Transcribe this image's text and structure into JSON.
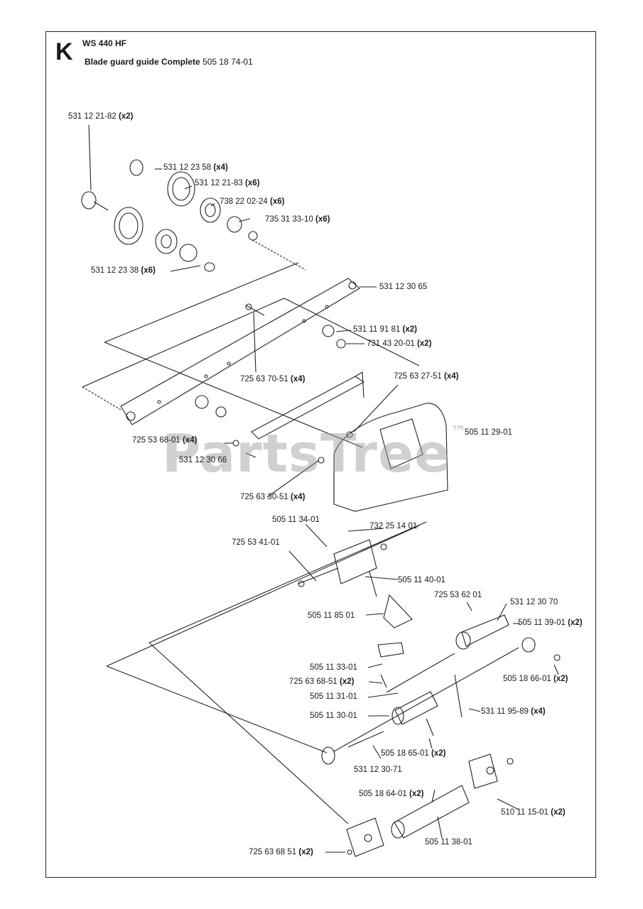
{
  "header": {
    "section_letter": "K",
    "model": "WS 440 HF",
    "title": "Blade guard guide Complete",
    "title_number": "505 18 74-01"
  },
  "watermark": "PartsTree",
  "labels": [
    {
      "id": "p1",
      "part": "531 12 21-82",
      "qty": "(x2)"
    },
    {
      "id": "p2",
      "part": "531 12 23 58",
      "qty": "(x4)"
    },
    {
      "id": "p3",
      "part": "531 12 21-83",
      "qty": "(x6)"
    },
    {
      "id": "p4",
      "part": "738 22 02-24",
      "qty": "(x6)"
    },
    {
      "id": "p5",
      "part": "735 31 33-10",
      "qty": "(x6)"
    },
    {
      "id": "p6",
      "part": "531 12 23 38",
      "qty": "(x6)"
    },
    {
      "id": "p7",
      "part": "531 12 30 65",
      "qty": ""
    },
    {
      "id": "p8",
      "part": "531 11 91 81",
      "qty": "(x2)"
    },
    {
      "id": "p9",
      "part": "731 43 20-01",
      "qty": "(x2)"
    },
    {
      "id": "p10",
      "part": "725 63 70-51",
      "qty": "(x4)"
    },
    {
      "id": "p11",
      "part": "725 63 27-51",
      "qty": "(x4)"
    },
    {
      "id": "p12",
      "part": "505 11 29-01",
      "qty": ""
    },
    {
      "id": "p13",
      "part": "725 53 68-01",
      "qty": "(x4)"
    },
    {
      "id": "p14",
      "part": "531 12 30 66",
      "qty": ""
    },
    {
      "id": "p15",
      "part": "725 63 30-51",
      "qty": "(x4)"
    },
    {
      "id": "p16",
      "part": "505 11 34-01",
      "qty": ""
    },
    {
      "id": "p17",
      "part": "732 25 14 01",
      "qty": ""
    },
    {
      "id": "p18",
      "part": "725 53 41-01",
      "qty": ""
    },
    {
      "id": "p19",
      "part": "505 11 40-01",
      "qty": ""
    },
    {
      "id": "p20",
      "part": "725 53 62 01",
      "qty": ""
    },
    {
      "id": "p21",
      "part": "531 12 30 70",
      "qty": ""
    },
    {
      "id": "p22",
      "part": "505 11 85 01",
      "qty": ""
    },
    {
      "id": "p23",
      "part": "505 11 39-01",
      "qty": "(x2)"
    },
    {
      "id": "p24",
      "part": "505 11 33-01",
      "qty": ""
    },
    {
      "id": "p25",
      "part": "725 63 68-51",
      "qty": "(x2)"
    },
    {
      "id": "p26",
      "part": "505 11 31-01",
      "qty": ""
    },
    {
      "id": "p27",
      "part": "505 18 66-01",
      "qty": "(x2)"
    },
    {
      "id": "p28",
      "part": "505 11 30-01",
      "qty": ""
    },
    {
      "id": "p29",
      "part": "531 11 95-89",
      "qty": "(x4)"
    },
    {
      "id": "p30",
      "part": "505 18 65-01",
      "qty": "(x2)"
    },
    {
      "id": "p31",
      "part": "531 12 30-71",
      "qty": ""
    },
    {
      "id": "p32",
      "part": "505 18 64-01",
      "qty": "(x2)"
    },
    {
      "id": "p33",
      "part": "510 11 15-01",
      "qty": "(x2)"
    },
    {
      "id": "p34",
      "part": "505 11 38-01",
      "qty": ""
    },
    {
      "id": "p35",
      "part": "725 63 68 51",
      "qty": "(x2)"
    }
  ]
}
